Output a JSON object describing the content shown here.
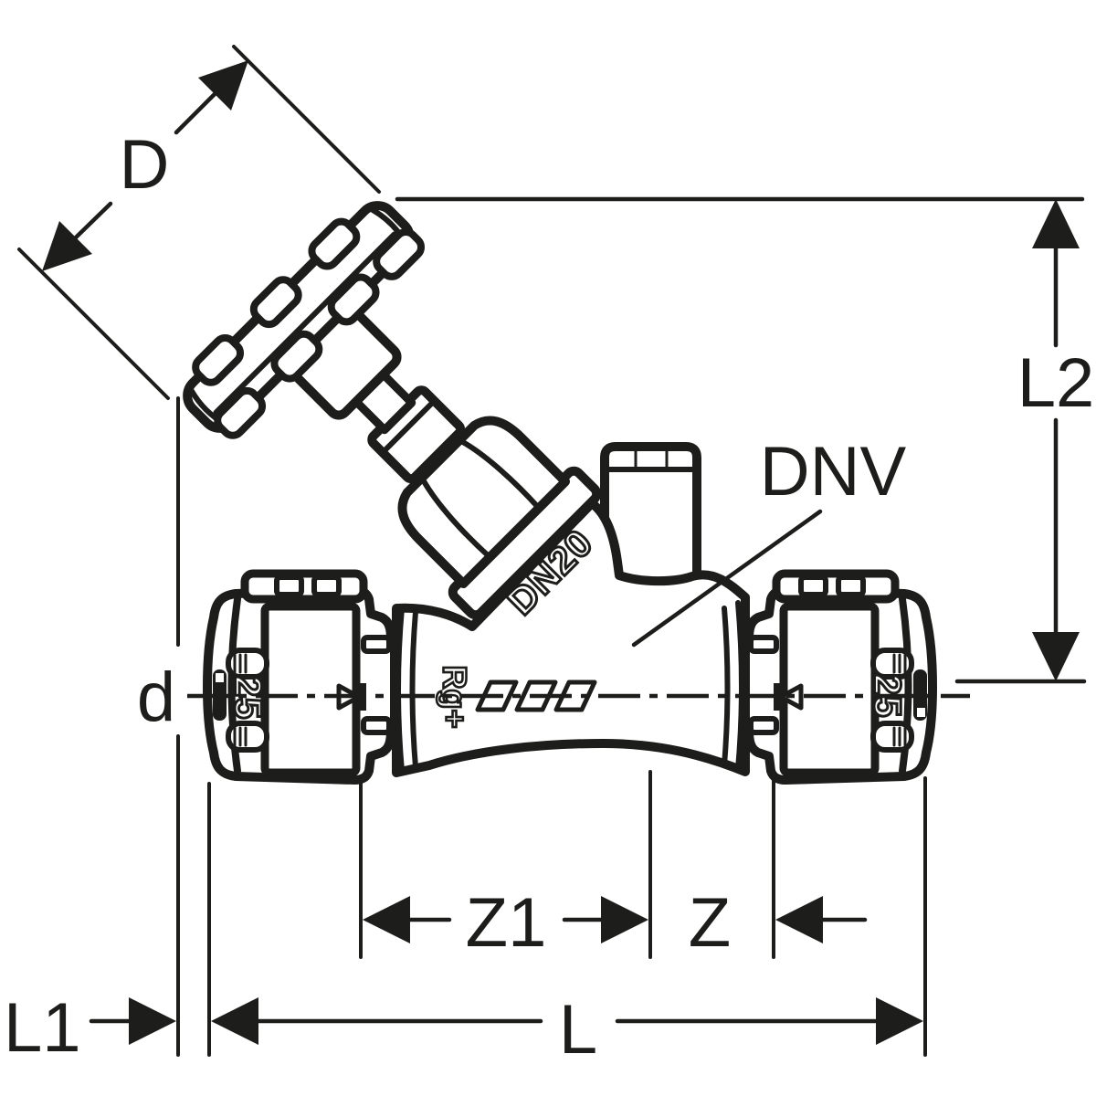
{
  "drawing": {
    "background": "#ffffff",
    "ink": "#1d1d1b",
    "dimension_labels": {
      "handwheel_diameter": "D",
      "valve_port": "DNV",
      "height": "L2",
      "pipe_diameter": "d",
      "offset_left": "Z1",
      "offset_right": "Z",
      "insertion_depth": "L1",
      "total_length": "L"
    },
    "product_markings": {
      "valve_body": "DN20",
      "material_mark": "Rg+",
      "connector_left": "25",
      "connector_right": "25"
    }
  }
}
